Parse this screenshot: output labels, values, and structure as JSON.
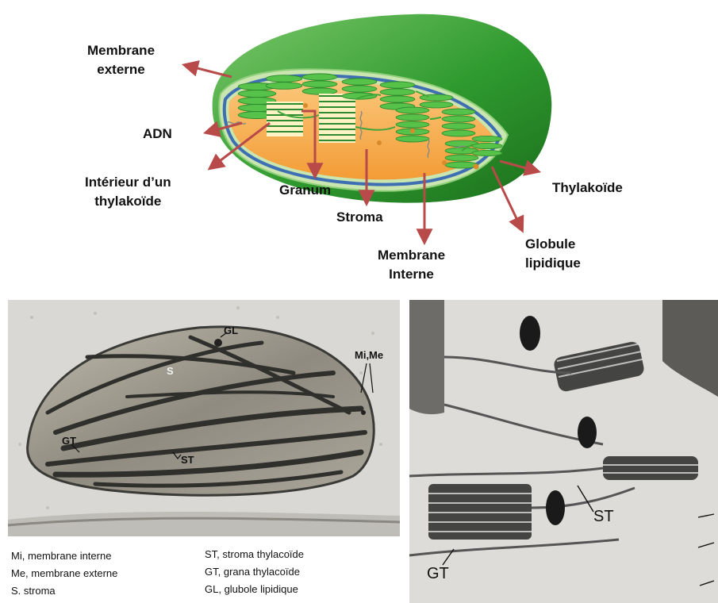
{
  "diagram_labels": {
    "membrane_externe": [
      "Membrane",
      "externe"
    ],
    "adn": "ADN",
    "interieur_thylakoide": [
      "Intérieur d’un",
      "thylakoïde"
    ],
    "granum": "Granum",
    "stroma": "Stroma",
    "membrane_interne": [
      "Membrane",
      "Interne"
    ],
    "globule_lipidique": [
      "Globule",
      "lipidique"
    ],
    "thylakoide": "Thylakoïde"
  },
  "micrograph_left": {
    "labels": [
      "GL",
      "Mi,Me",
      "S",
      "GT",
      "ST"
    ]
  },
  "micrograph_right": {
    "labels": [
      "ST",
      "GT"
    ]
  },
  "legend": {
    "col1": [
      "Mi, membrane interne",
      "Me, membrane externe",
      "S. stroma"
    ],
    "col2": [
      "ST, stroma thylacoïde",
      "GT, grana  thylacoïde",
      "GL, glubole lipidique"
    ]
  },
  "colors": {
    "outer_membrane": "#2f9a2f",
    "inner_membrane": "#3e6fb3",
    "stroma": "#f7ad4f",
    "thylakoid": "#57c24a",
    "arrow": "#b84a4a"
  }
}
